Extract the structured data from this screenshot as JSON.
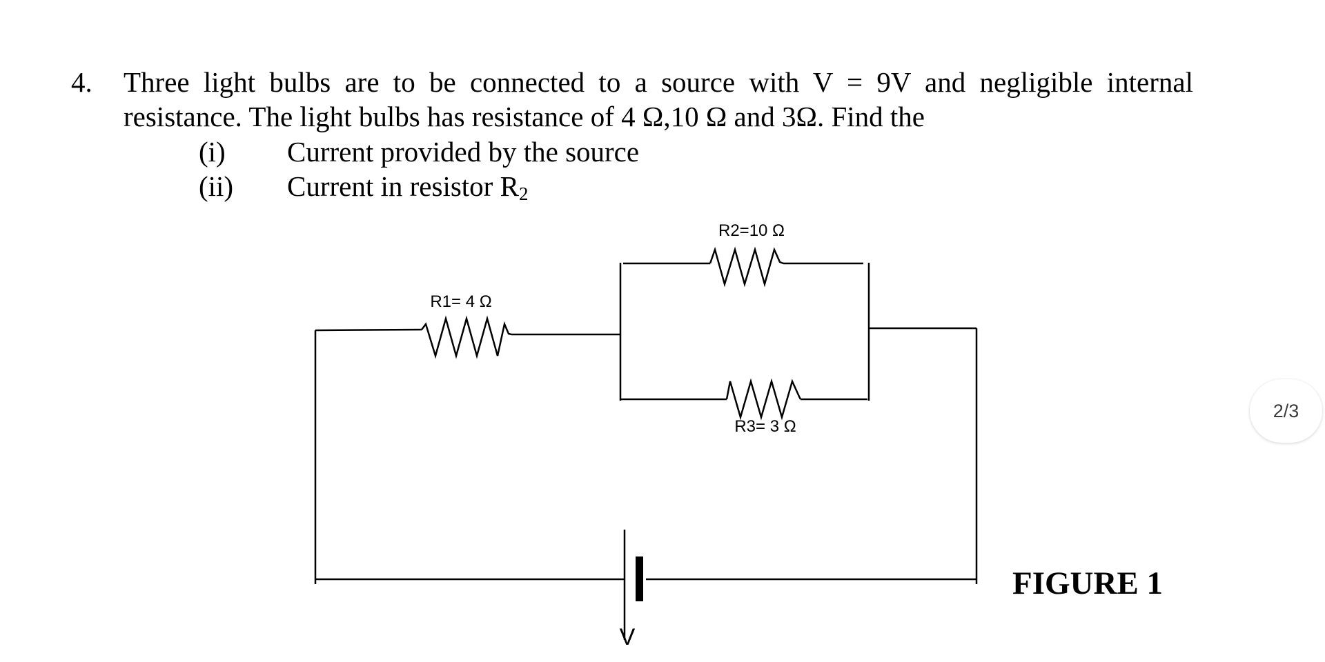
{
  "question": {
    "number": "4.",
    "line1": "Three light bulbs are to be connected to a source with V = 9V and negligible internal",
    "line2": "resistance. The light bulbs has resistance of 4 Ω,10 Ω and 3Ω. Find the",
    "items": [
      {
        "label": "(i)",
        "text": "Current provided by the source"
      },
      {
        "label": "(ii)",
        "text": "Current in resistor R",
        "subscript": "2"
      }
    ]
  },
  "circuit": {
    "r1_label": "R1= 4 Ω",
    "r2_label": "R2=10 Ω",
    "r3_label": "R3= 3 Ω",
    "source_label": "V",
    "caption": "FIGURE 1"
  },
  "viewer": {
    "page_indicator": "2/3"
  }
}
